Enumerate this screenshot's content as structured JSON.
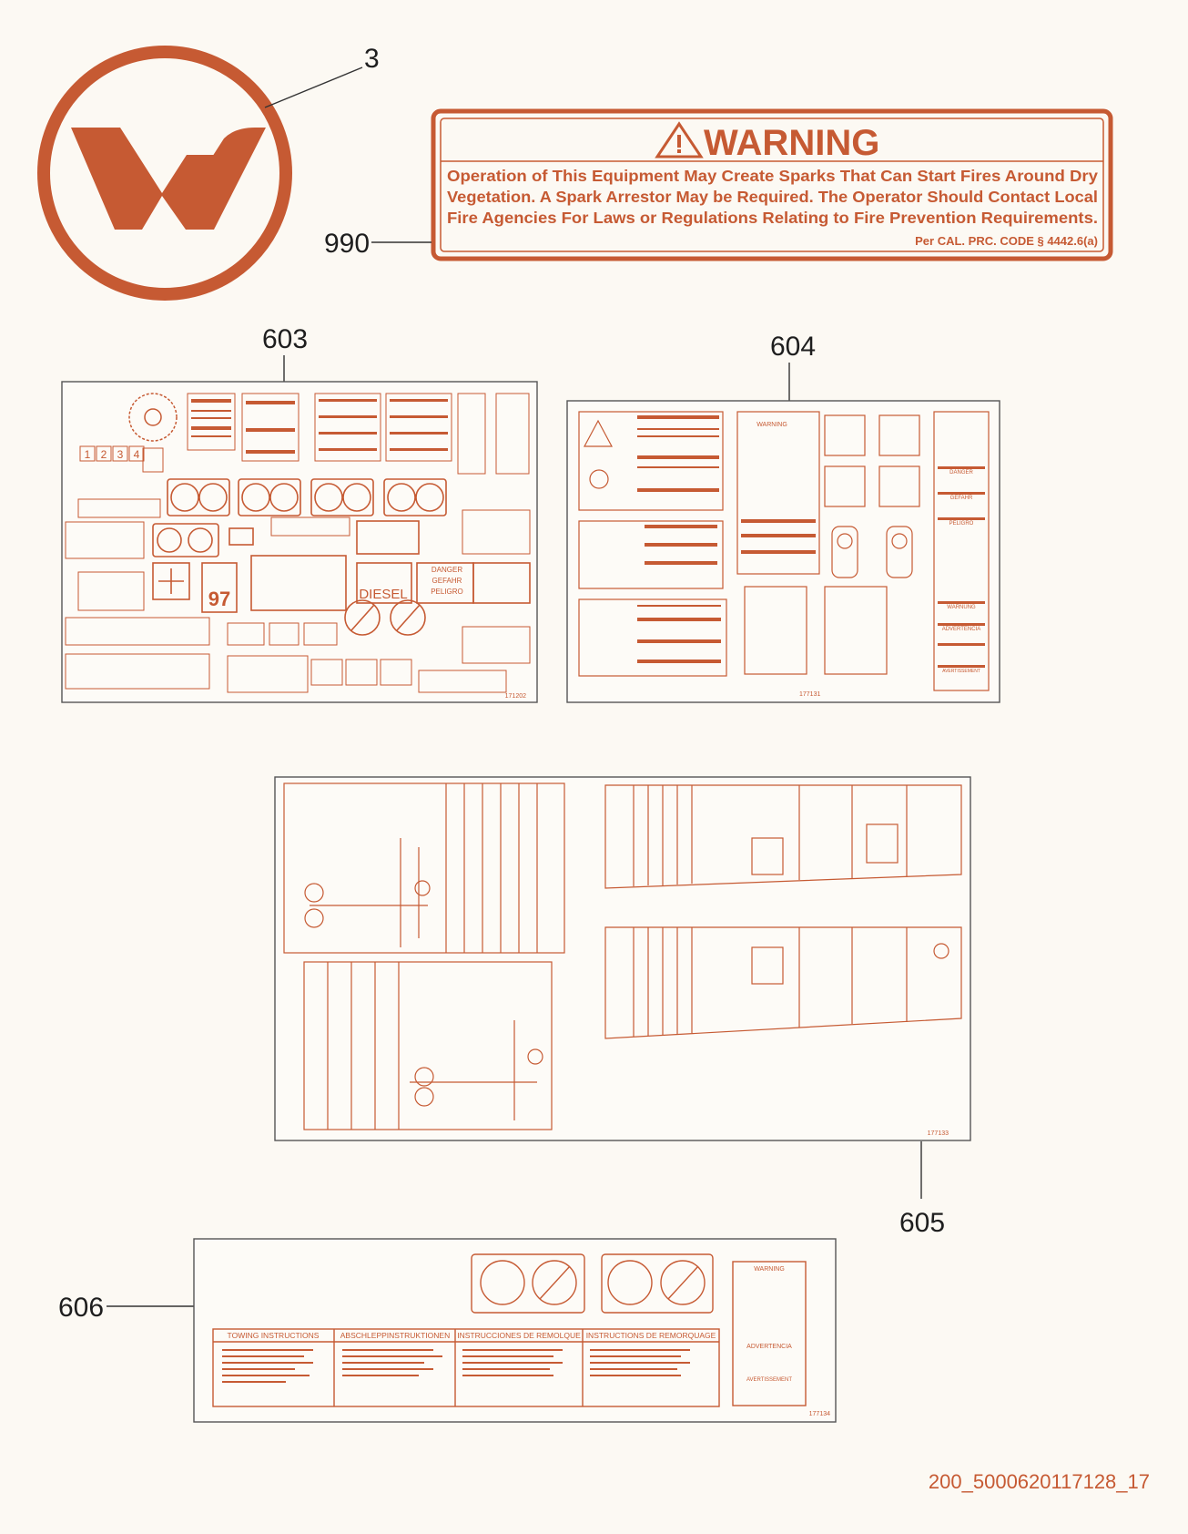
{
  "accent_color": "#c65a33",
  "callouts": {
    "logo": "3",
    "warning_decal": "990",
    "kit_603": "603",
    "kit_604": "604",
    "kit_605": "605",
    "kit_606": "606"
  },
  "warning_decal": {
    "heading": "WARNING",
    "line1": "Operation of This Equipment May Create Sparks That Can Start Fires Around Dry",
    "line2": "Vegetation. A Spark Arrestor May be Required. The Operator Should Contact Local",
    "line3": "Fire Agencies For Laws or Regulations Relating to Fire Prevention Requirements.",
    "code": "Per CAL. PRC. CODE § 4442.6(a)"
  },
  "kit_603": {
    "part_number": "171202",
    "diesel": "DIESEL",
    "danger": "DANGER",
    "peligro": "PELIGRO",
    "gefahr": "GEFAHR",
    "number_97": "97",
    "digits": [
      "1",
      "2",
      "3",
      "4"
    ]
  },
  "kit_604": {
    "part_number": "177131",
    "warning": "WARNING",
    "advertencia": "ADVERTENCIA",
    "avertissement": "AVERTISSEMENT",
    "danger": "DANGER",
    "gefahr": "GEFAHR",
    "peligro": "PELIGRO",
    "warnung": "WARNUNG"
  },
  "kit_605": {
    "part_number": "177133"
  },
  "kit_606": {
    "part_number": "177134",
    "headers": [
      "TOWING INSTRUCTIONS",
      "ABSCHLEPPINSTRUKTIONEN",
      "INSTRUCCIONES DE REMOLQUE",
      "INSTRUCTIONS DE REMORQUAGE"
    ],
    "warning": "WARNING",
    "advertencia": "ADVERTENCIA",
    "avertissement": "AVERTISSEMENT"
  },
  "drawing_number": "200_5000620117128_17"
}
